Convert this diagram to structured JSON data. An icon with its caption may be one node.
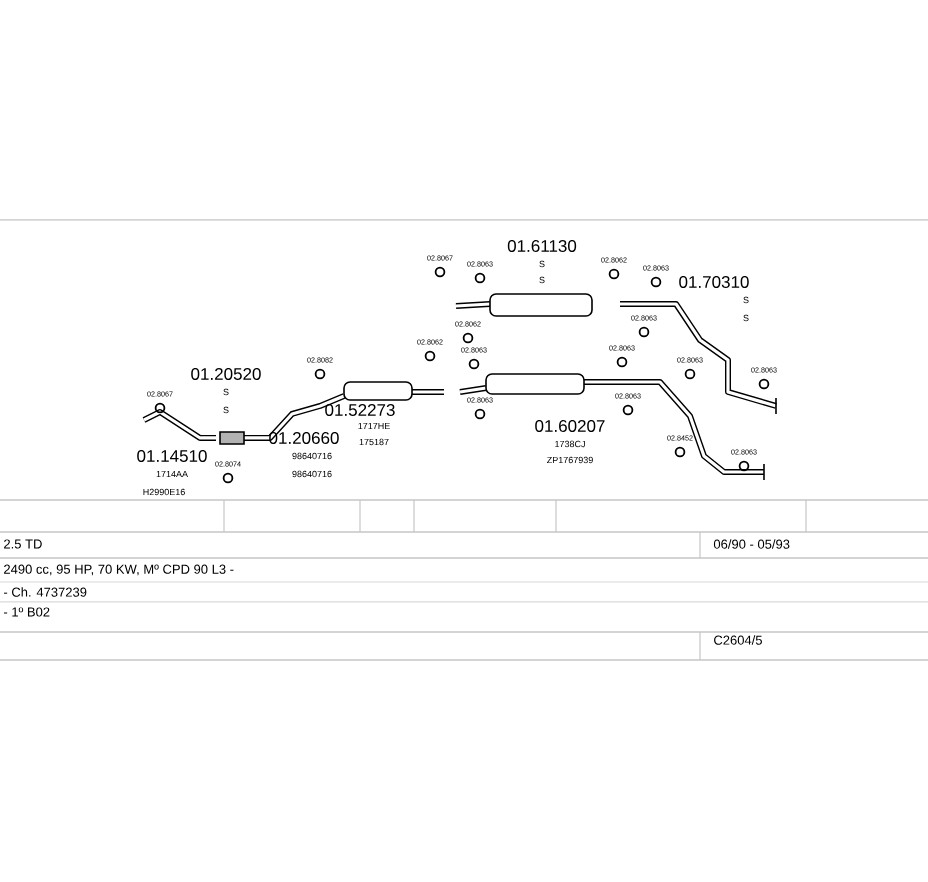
{
  "diagram": {
    "labels": [
      "01.61130",
      "S",
      "S",
      "01.70310",
      "S",
      "S",
      "01.20520",
      "S",
      "S",
      "01.52273",
      "1717HE",
      "175187",
      "01.60207",
      "1738CJ",
      "ZP1767939",
      "01.14510",
      "1714AA",
      "H2990E16",
      "01.20660",
      "98640716",
      "98640716",
      "02.8067",
      "02.8063",
      "02.8062",
      "02.8063",
      "02.8062",
      "02.8062",
      "02.8063",
      "02.8063",
      "02.8063",
      "02.8063",
      "02.8063",
      "02.8063",
      "02.8063",
      "02.8452",
      "02.8063",
      "02.8067",
      "02.8082",
      "02.8074",
      "2.5 TD",
      "06/90 - 05/93",
      "2490 cc, 95 HP, 70 KW, Mº CPD 90 L3 -",
      "- Ch. 4737239",
      "- 1º B02",
      "C2604/5"
    ]
  }
}
